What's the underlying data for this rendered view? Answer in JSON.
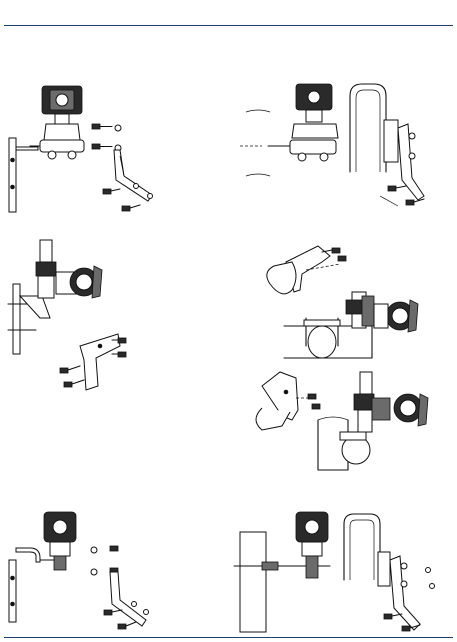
{
  "page": {
    "background": "#ffffff",
    "rule_color": "#1f3f6e",
    "figures": [
      {
        "id": "coplanar-panel-mount"
      },
      {
        "id": "coplanar-pipe-mount"
      },
      {
        "id": "inline-panel-mount"
      },
      {
        "id": "inline-pipe-mount-horizontal"
      },
      {
        "id": "inline-pipe-mount-vertical"
      },
      {
        "id": "traditional-panel-mount"
      },
      {
        "id": "traditional-pipe-mount"
      }
    ]
  }
}
